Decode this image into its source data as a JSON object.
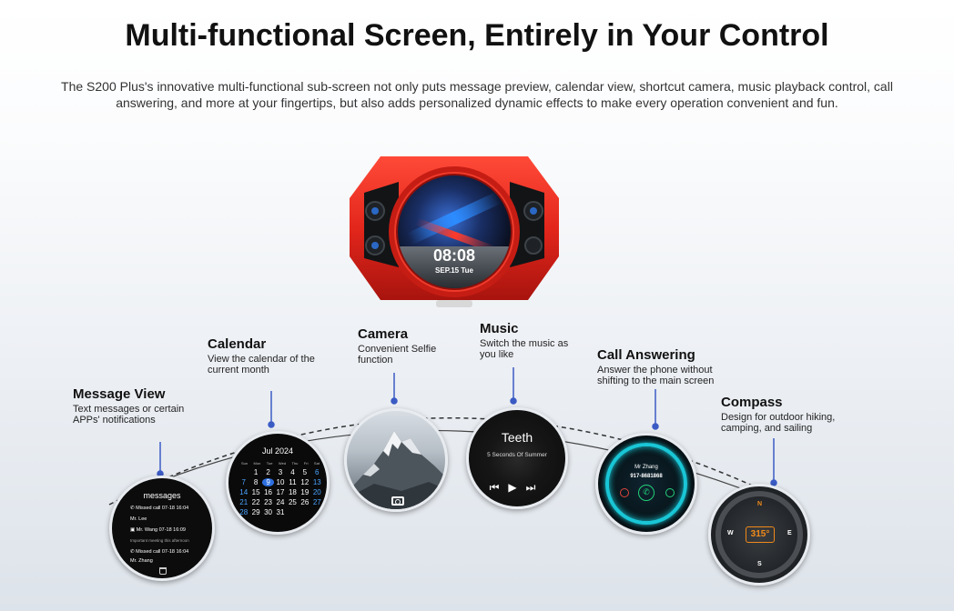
{
  "header": {
    "title": "Multi-functional Screen, Entirely in Your Control",
    "description": "The S200 Plus's innovative multi-functional sub-screen not only puts message preview, calendar view, shortcut camera, music playback control, call answering, and more at your fingertips, but also adds personalized dynamic effects to make every operation convenient and fun."
  },
  "device": {
    "time": "08:08",
    "date": "SEP.15 Tue",
    "body_color": "#e3261c"
  },
  "features": {
    "message": {
      "title": "Message View",
      "desc": "Text messages or certain APPs' notifications"
    },
    "calendar": {
      "title": "Calendar",
      "desc": "View the calendar of the current month"
    },
    "camera": {
      "title": "Camera",
      "desc": "Convenient Selfie function"
    },
    "music": {
      "title": "Music",
      "desc": "Switch the music as you like"
    },
    "call": {
      "title": "Call Answering",
      "desc": "Answer the phone without shifting to the main screen"
    },
    "compass": {
      "title": "Compass",
      "desc": "Design for outdoor hiking, camping, and sailing"
    }
  },
  "messages_screen": {
    "heading": "messages",
    "rows": [
      "Missed call   07-18 16:04",
      "Mr. Lee",
      "Mr. Wang   07-18 16:09",
      "Important meeting this afternoon",
      "Missed call   07-18 16:04",
      "Mr. Zhang"
    ]
  },
  "calendar_screen": {
    "month": "Jul 2024",
    "weekdays": [
      "Sun",
      "Mon",
      "Tue",
      "Wed",
      "Thu",
      "Fri",
      "Sat"
    ],
    "days": [
      "",
      "1",
      "2",
      "3",
      "4",
      "5",
      "6",
      "7",
      "8",
      "9",
      "10",
      "11",
      "12",
      "13",
      "14",
      "15",
      "16",
      "17",
      "18",
      "19",
      "20",
      "21",
      "22",
      "23",
      "24",
      "25",
      "26",
      "27",
      "28",
      "29",
      "30",
      "31",
      "",
      "",
      ""
    ],
    "today": "9"
  },
  "music_screen": {
    "song": "Teeth",
    "artist": "5 Seconds Of Summer"
  },
  "call_screen": {
    "caller": "Mr Zhang",
    "number": "917-8681868"
  },
  "compass_screen": {
    "heading": "315°",
    "directions": [
      "N",
      "W",
      "E",
      "S"
    ]
  },
  "colors": {
    "accent_blue": "#2d6fe0",
    "call_cyan": "#19c6d6",
    "compass_orange": "#f08a1a"
  }
}
